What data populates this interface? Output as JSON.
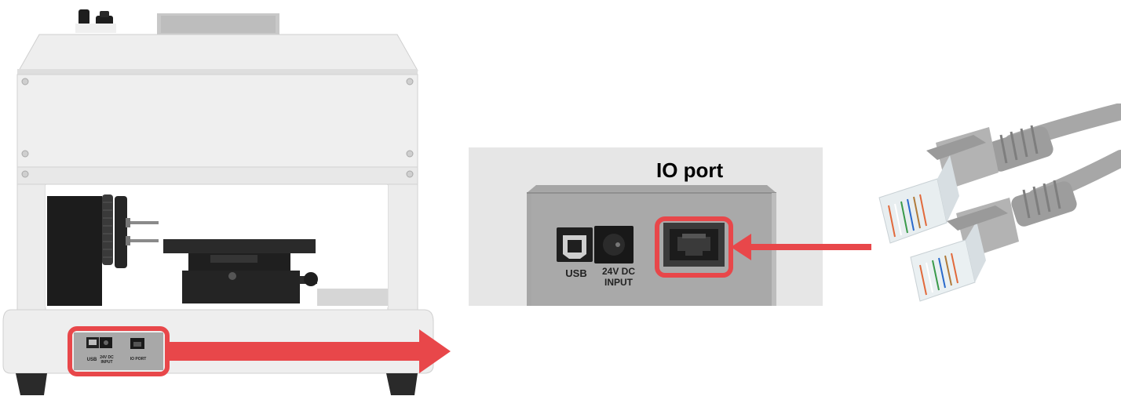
{
  "callout": {
    "title": "IO port"
  },
  "labels": {
    "usb": "USB",
    "dc_input_line1": "24V DC",
    "dc_input_line2": "INPUT",
    "io_port": "IO PORT"
  },
  "colors": {
    "highlight": "#e8474a",
    "panel": "#e6e6e6",
    "port_panel": "#a9a9a9",
    "cable": "#a7a7a7"
  },
  "icons": {
    "machine": "marking-machine-illustration",
    "usb_port": "usb-b-port-icon",
    "dc_jack": "dc-jack-icon",
    "ethernet_port": "rj45-port-icon",
    "cable": "rj45-cable-icon",
    "arrow": "arrow-right-icon"
  }
}
